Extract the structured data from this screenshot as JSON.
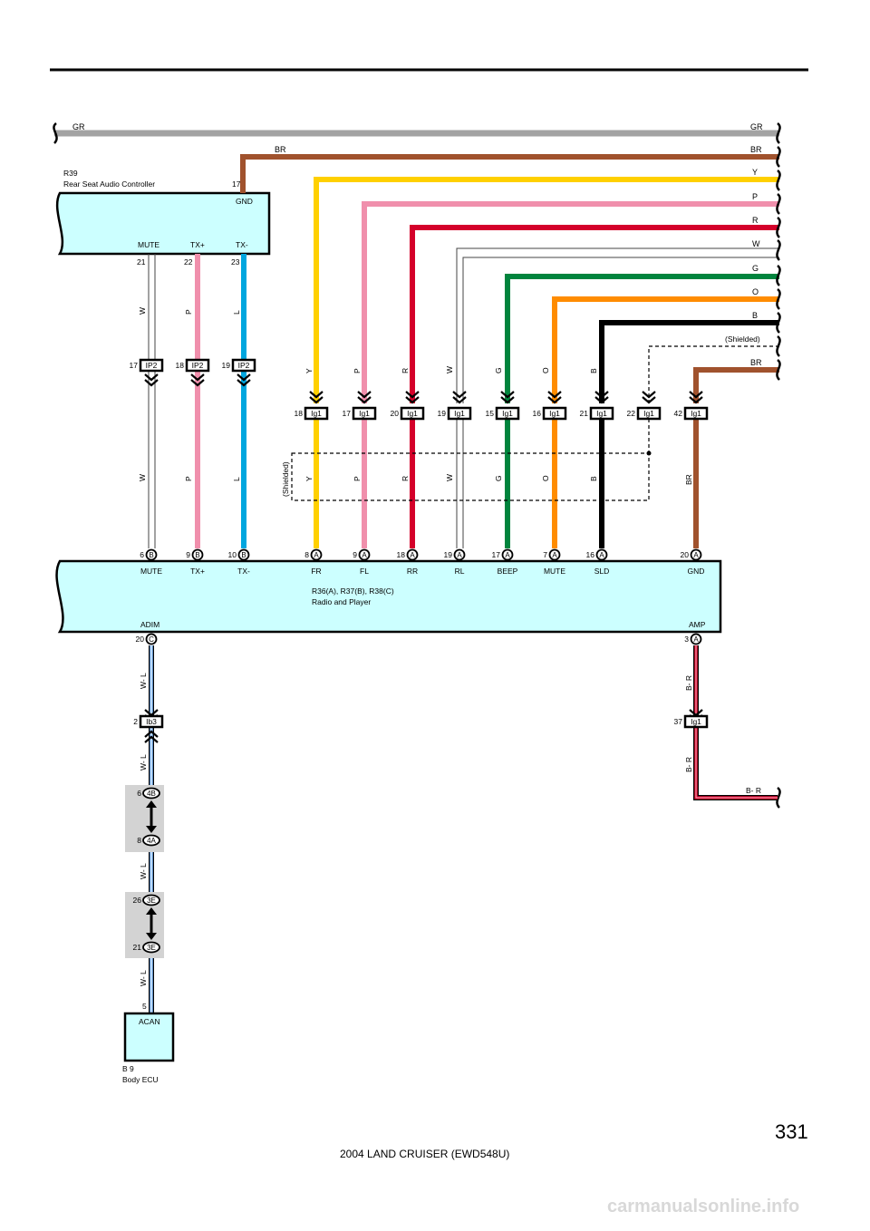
{
  "wire_colors": {
    "GR": "#a3a3a3",
    "BR": "#a0522d",
    "Y": "#ffd000",
    "P": "#f08fac",
    "R": "#d4002a",
    "W": "#ffffff",
    "G": "#00843d",
    "O": "#ff8c00",
    "B": "#000000",
    "L": "#00a6df",
    "BR_RED": "#8b0000"
  },
  "component_fill": "#ccffff",
  "wires": {
    "gr": "GR",
    "br_top": "BR",
    "y": "Y",
    "p": "P",
    "r": "R",
    "w": "W",
    "g": "G",
    "o": "O",
    "b": "B",
    "shielded_top": "(Shielded)",
    "br_right": "BR",
    "w_mute_upper": "W",
    "p_tx_upper": "P",
    "l_tx_upper": "L",
    "w_mute_lower": "W",
    "p_tx_lower": "P",
    "l_tx_lower": "L",
    "y_vert": "Y",
    "p_vert": "P",
    "r_vert": "R",
    "w_vert": "W",
    "g_vert": "G",
    "o_vert": "O",
    "b_vert": "B",
    "y_low": "Y",
    "p_low": "P",
    "r_low": "R",
    "w_low": "W",
    "g_low": "G",
    "o_low": "O",
    "b_low": "B",
    "br_low": "BR",
    "shielded_left": "(Shielded)",
    "wl1": "W- L",
    "wl2": "W- L",
    "wl3": "W- L",
    "wl4": "W- L",
    "br1": "B- R",
    "br2": "B- R",
    "br_end": "B- R"
  },
  "r39": {
    "code": "R39",
    "name": "Rear Seat Audio Controller",
    "gnd_pin": "17",
    "gnd_label": "GND",
    "mute_label": "MUTE",
    "txp_label": "TX+",
    "txm_label": "TX-",
    "mute_pin": "21",
    "txp_pin": "22",
    "txm_pin": "23"
  },
  "ip2": [
    {
      "pin": "17",
      "label": "IP2"
    },
    {
      "pin": "18",
      "label": "IP2"
    },
    {
      "pin": "19",
      "label": "IP2"
    }
  ],
  "ig1": [
    {
      "pin": "18",
      "label": "Ig1"
    },
    {
      "pin": "17",
      "label": "Ig1"
    },
    {
      "pin": "20",
      "label": "Ig1"
    },
    {
      "pin": "19",
      "label": "Ig1"
    },
    {
      "pin": "15",
      "label": "Ig1"
    },
    {
      "pin": "16",
      "label": "Ig1"
    },
    {
      "pin": "21",
      "label": "Ig1"
    },
    {
      "pin": "22",
      "label": "Ig1"
    },
    {
      "pin": "42",
      "label": "Ig1"
    }
  ],
  "radio": {
    "codes": "R36(A), R37(B), R38(C)",
    "name": "Radio and Player",
    "pins": [
      {
        "num": "6",
        "conn": "B",
        "label": "MUTE"
      },
      {
        "num": "9",
        "conn": "B",
        "label": "TX+"
      },
      {
        "num": "10",
        "conn": "B",
        "label": "TX-"
      },
      {
        "num": "8",
        "conn": "A",
        "label": "FR"
      },
      {
        "num": "9",
        "conn": "A",
        "label": "FL"
      },
      {
        "num": "18",
        "conn": "A",
        "label": "RR"
      },
      {
        "num": "19",
        "conn": "A",
        "label": "RL"
      },
      {
        "num": "17",
        "conn": "A",
        "label": "BEEP"
      },
      {
        "num": "7",
        "conn": "A",
        "label": "MUTE"
      },
      {
        "num": "16",
        "conn": "A",
        "label": "SLD"
      },
      {
        "num": "20",
        "conn": "A",
        "label": "GND"
      }
    ],
    "adim_label": "ADIM",
    "adim_pin": "20",
    "adim_conn": "C",
    "amp_label": "AMP",
    "amp_pin": "3",
    "amp_conn": "A"
  },
  "ib3": {
    "pin": "2",
    "label": "Ib3"
  },
  "ig1_amp": {
    "pin": "37",
    "label": "Ig1"
  },
  "junctions": [
    {
      "pin": "6",
      "label": "4B"
    },
    {
      "pin": "8",
      "label": "4A"
    },
    {
      "pin": "26",
      "label": "3E"
    },
    {
      "pin": "21",
      "label": "3E"
    }
  ],
  "body_ecu": {
    "pin": "5",
    "pin_label": "ACAN",
    "code": "B 9",
    "name": "Body ECU"
  },
  "footer": {
    "page_number": "331",
    "model": "2004 LAND CRUISER (EWD548U)",
    "watermark": "carmanualsonline.info"
  }
}
